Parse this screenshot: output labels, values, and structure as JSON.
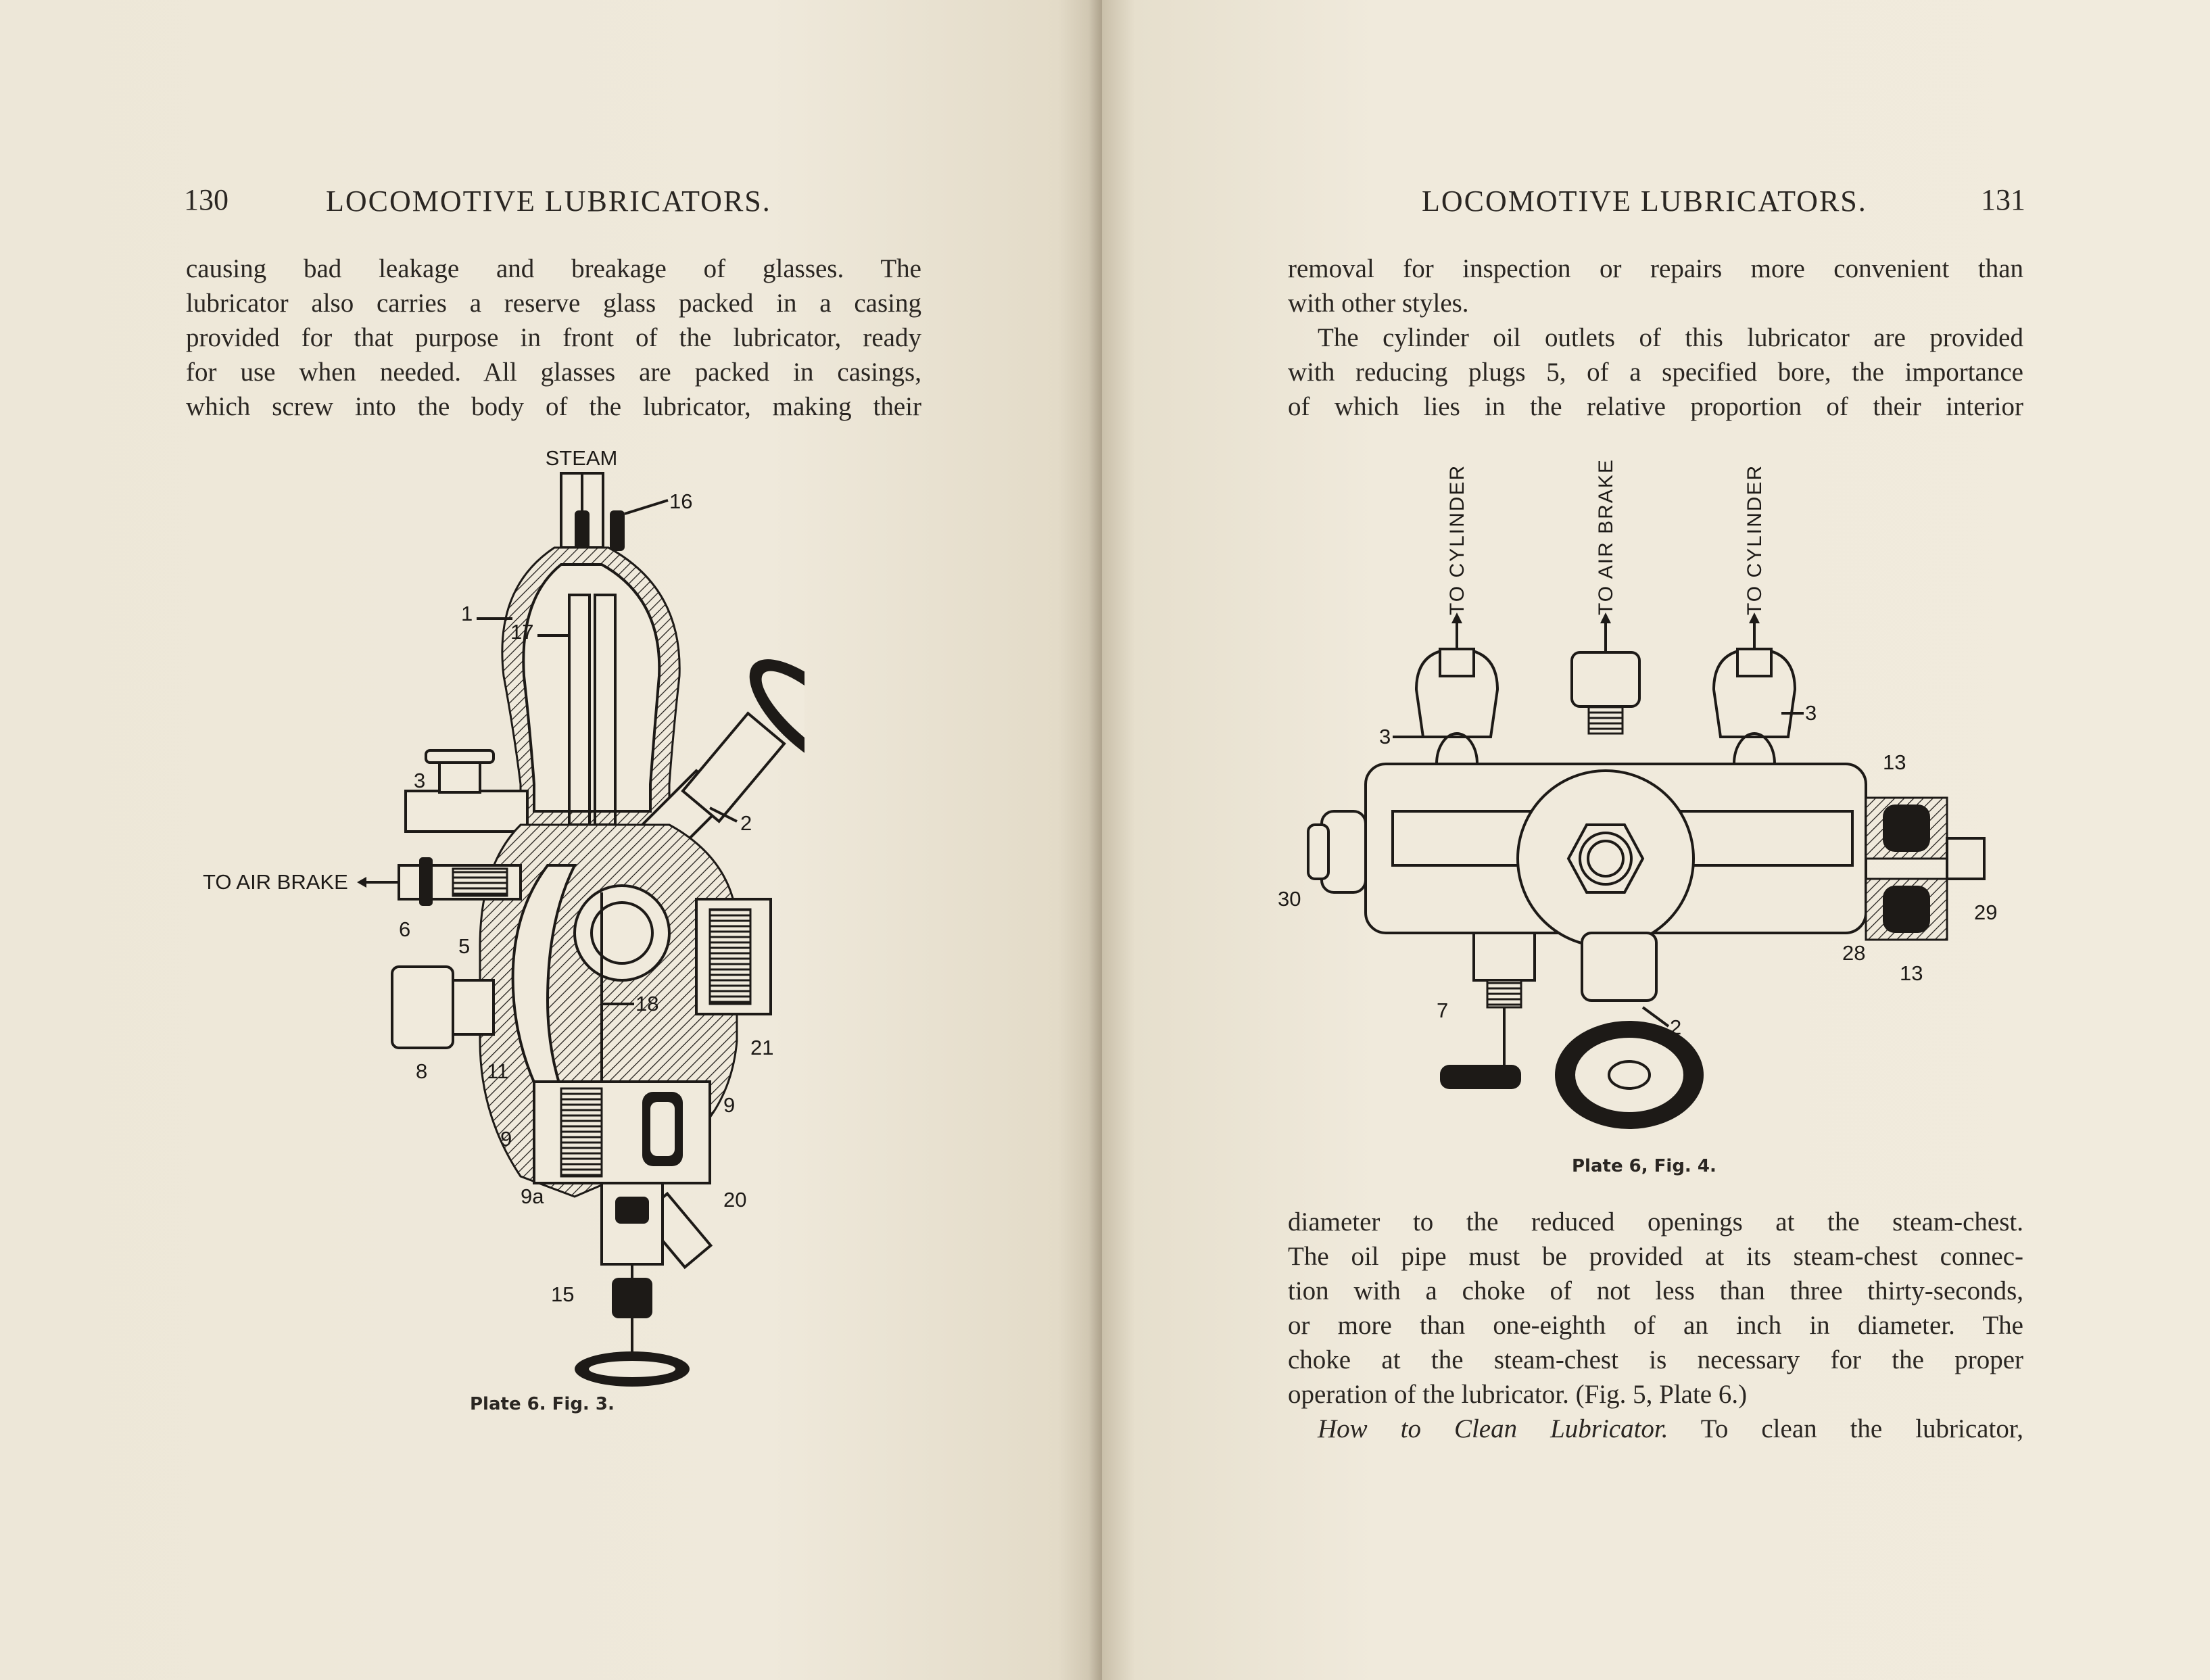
{
  "left_page": {
    "page_number": "130",
    "running_head": "LOCOMOTIVE LUBRICATORS.",
    "body_lines": [
      "causing bad leakage and breakage of glasses. The",
      "lubricator also carries a reserve glass packed in a casing",
      "provided for that purpose in front of the lubricator, ready",
      "for use when needed. All glasses are packed in casings,",
      "which screw into the body of the lubricator, making their"
    ],
    "figure": {
      "caption": "Plate 6. Fig. 3.",
      "labels": {
        "steam": "STEAM",
        "to_air_brake": "TO AIR BRAKE",
        "n1": "1",
        "n2": "2",
        "n3": "3",
        "n5": "5",
        "n6": "6",
        "n8": "8",
        "n9a": "9",
        "n9b": "9",
        "n9c": "9a",
        "n11": "11",
        "n15": "15",
        "n16": "16",
        "n17": "17",
        "n18": "18",
        "n20": "20",
        "n21": "21"
      }
    }
  },
  "right_page": {
    "page_number": "131",
    "running_head": "LOCOMOTIVE LUBRICATORS.",
    "top_lines": [
      "removal for inspection or repairs more convenient than",
      "with other styles."
    ],
    "para2_lines": [
      "The cylinder oil outlets of this lubricator are provided",
      "with reducing plugs 5, of a specified bore, the importance",
      "of which lies in the relative proportion of their interior"
    ],
    "figure": {
      "caption": "Plate 6, Fig. 4.",
      "labels": {
        "to_cylinder_left": "TO CYLINDER",
        "to_air_brake": "TO AIR BRAKE",
        "to_cylinder_right": "TO CYLINDER",
        "n3a": "3",
        "n3b": "3",
        "n13a": "13",
        "n13b": "13",
        "n30": "30",
        "n29": "29",
        "n28": "28",
        "n7": "7",
        "n2": "2"
      }
    },
    "bottom_lines": [
      "diameter to the reduced openings at the steam-chest.",
      "The oil pipe must be provided at its steam-chest connec-",
      "tion with a choke of not less than three thirty-seconds,",
      "or more than one-eighth of an inch in diameter. The",
      "choke at the steam-chest is necessary for the proper",
      "operation of the lubricator. (Fig. 5, Plate 6.)"
    ],
    "last_line": {
      "italic": "How to Clean Lubricator.",
      "rest": "To clean the lubricator,"
    }
  }
}
